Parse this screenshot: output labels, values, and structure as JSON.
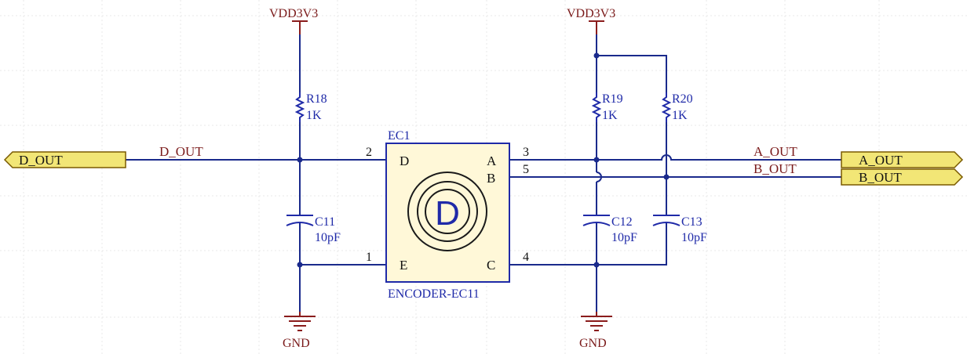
{
  "power": {
    "vdd_left": "VDD3V3",
    "vdd_right": "VDD3V3",
    "gnd_left": "GND",
    "gnd_right": "GND"
  },
  "encoder": {
    "designator": "EC1",
    "value": "ENCODER-EC11",
    "glyph": "D",
    "pins": [
      {
        "num": "2",
        "name": "D"
      },
      {
        "num": "1",
        "name": "E"
      },
      {
        "num": "3",
        "name": "A"
      },
      {
        "num": "5",
        "name": "B"
      },
      {
        "num": "4",
        "name": "C"
      }
    ]
  },
  "resistors": [
    {
      "ref": "R18",
      "value": "1K"
    },
    {
      "ref": "R19",
      "value": "1K"
    },
    {
      "ref": "R20",
      "value": "1K"
    }
  ],
  "capacitors": [
    {
      "ref": "C11",
      "value": "10pF"
    },
    {
      "ref": "C12",
      "value": "10pF"
    },
    {
      "ref": "C13",
      "value": "10pF"
    }
  ],
  "nets": {
    "d_out": "D_OUT",
    "a_out": "A_OUT",
    "b_out": "B_OUT"
  },
  "ports": {
    "d_out": "D_OUT",
    "a_out": "A_OUT",
    "b_out": "B_OUT"
  },
  "colors": {
    "wire": "#1a2a8c",
    "component": "#1f2aa8",
    "net_label": "#7a1a1a",
    "port_fill": "#f2e676"
  }
}
